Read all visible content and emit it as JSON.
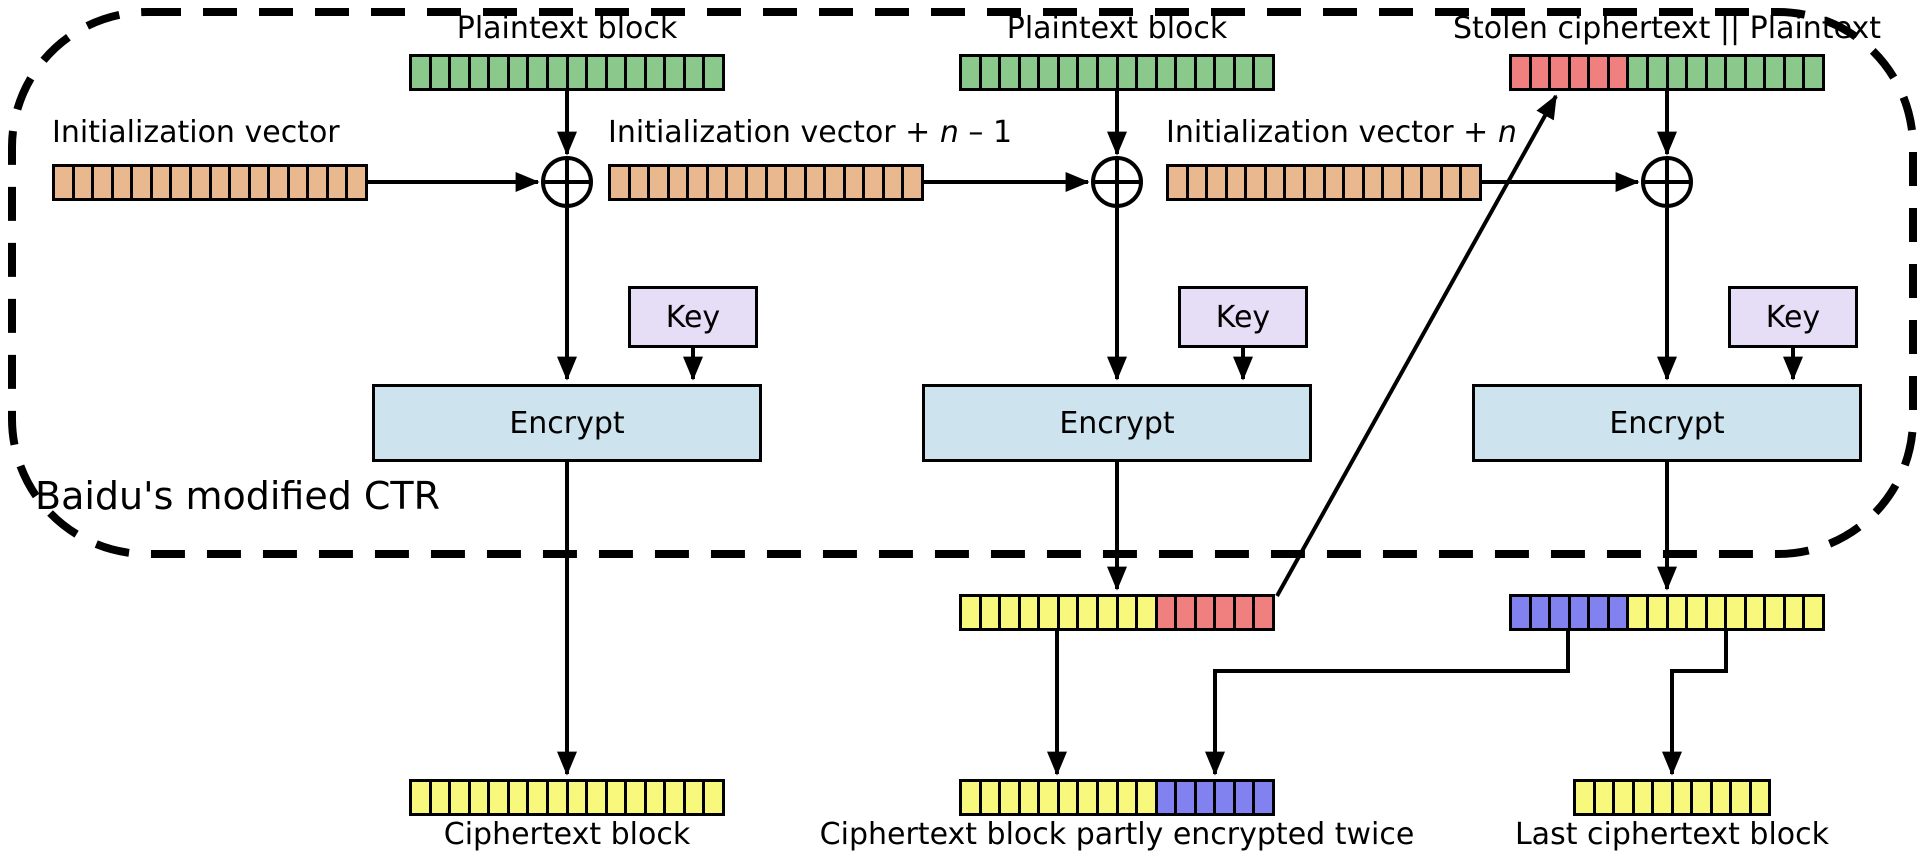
{
  "diagram": {
    "region_label": "Baidu's modified CTR",
    "xor_operator": "⊕"
  },
  "colors": {
    "green": "#8bc88b",
    "tan": "#eab88f",
    "red": "#f08080",
    "yellow": "#f8f87d",
    "blue": "#8181f0",
    "key_bg": "#e6def6",
    "encrypt_bg": "#cde3ee",
    "line": "#000000"
  },
  "columns": [
    {
      "top_label": {
        "prefix": "Plaintext block",
        "italic": "",
        "suffix": ""
      },
      "iv_label": {
        "prefix": "Initialization vector",
        "italic": "",
        "suffix": ""
      },
      "key_label": "Key",
      "encrypt_label": "Encrypt",
      "bottom_label": "Ciphertext block",
      "top_bar": [
        {
          "color": "green",
          "count": 16
        }
      ],
      "iv_bar": [
        {
          "color": "tan",
          "count": 16
        }
      ],
      "bottom_bar": [
        {
          "color": "yellow",
          "count": 16
        }
      ]
    },
    {
      "top_label": {
        "prefix": "Plaintext block",
        "italic": "",
        "suffix": ""
      },
      "iv_label": {
        "prefix": "Initialization vector + ",
        "italic": "n",
        "suffix": " – 1"
      },
      "key_label": "Key",
      "encrypt_label": "Encrypt",
      "bottom_label": "Ciphertext block partly encrypted twice",
      "top_bar": [
        {
          "color": "green",
          "count": 16
        }
      ],
      "iv_bar": [
        {
          "color": "tan",
          "count": 16
        }
      ],
      "mid_bar": [
        {
          "color": "yellow",
          "count": 10
        },
        {
          "color": "red",
          "count": 6
        }
      ],
      "bottom_bar": [
        {
          "color": "yellow",
          "count": 10
        },
        {
          "color": "blue",
          "count": 6
        }
      ]
    },
    {
      "top_label": {
        "prefix": "Stolen ciphertext || Plaintext",
        "italic": "",
        "suffix": ""
      },
      "iv_label": {
        "prefix": "Initialization vector + ",
        "italic": "n",
        "suffix": ""
      },
      "key_label": "Key",
      "encrypt_label": "Encrypt",
      "bottom_label": "Last ciphertext block",
      "top_bar": [
        {
          "color": "red",
          "count": 6
        },
        {
          "color": "green",
          "count": 10
        }
      ],
      "iv_bar": [
        {
          "color": "tan",
          "count": 16
        }
      ],
      "mid_bar": [
        {
          "color": "blue",
          "count": 6
        },
        {
          "color": "yellow",
          "count": 10
        }
      ],
      "bottom_bar": [
        {
          "color": "yellow",
          "count": 10
        }
      ]
    }
  ]
}
